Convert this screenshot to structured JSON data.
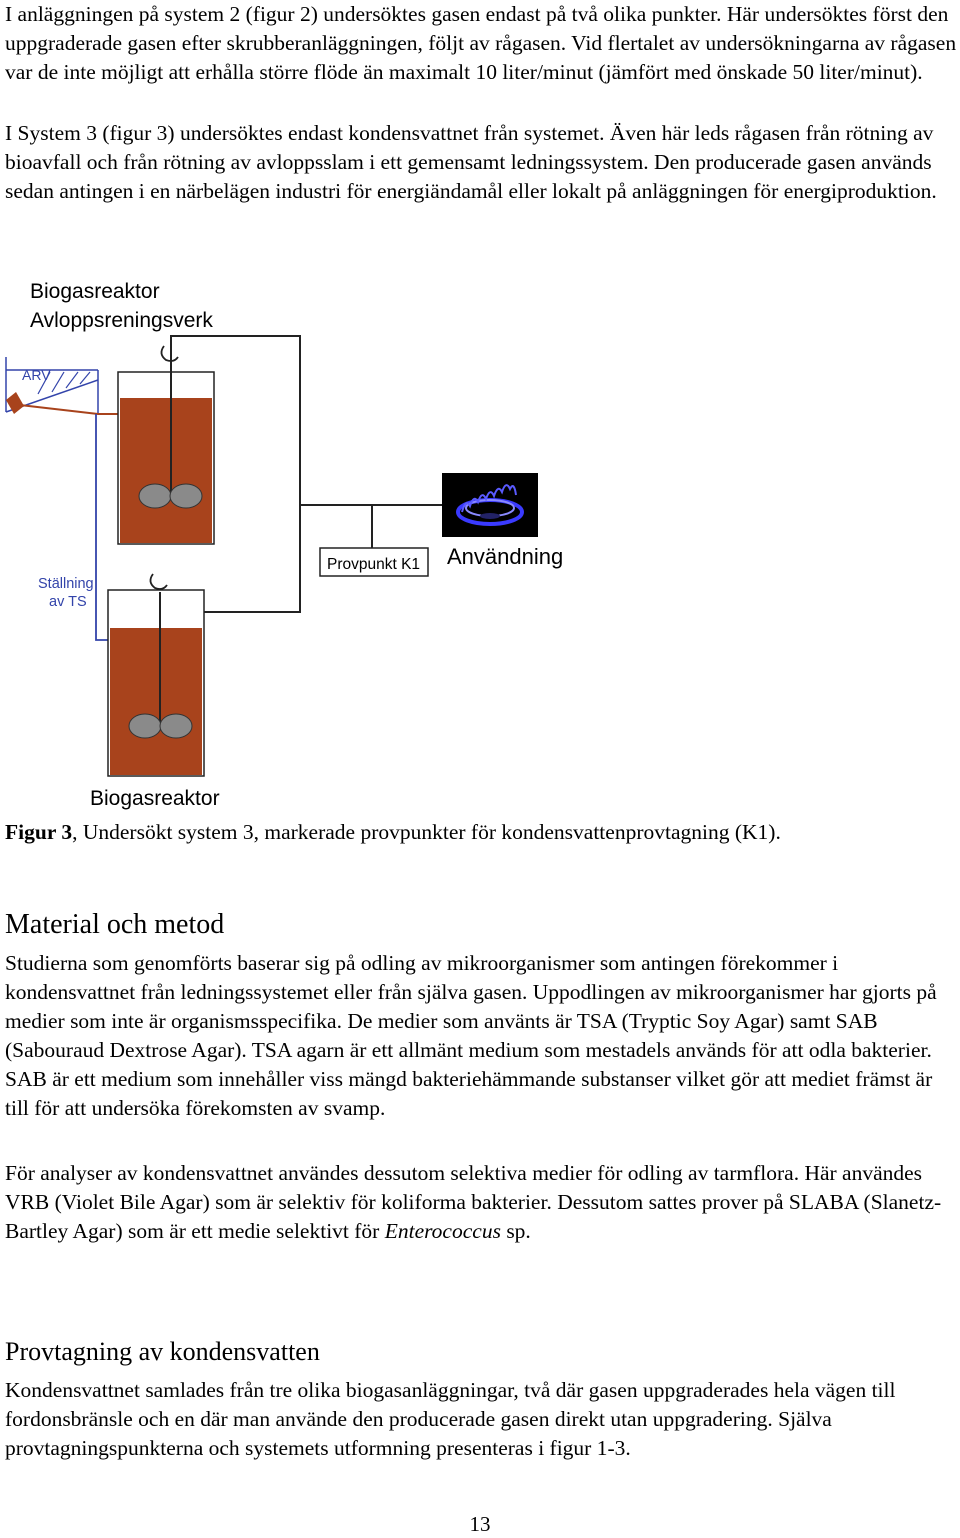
{
  "paragraphs": {
    "p1": "I anläggningen på system 2 (figur 2) undersöktes gasen endast på två olika punkter. Här undersöktes först den uppgraderade gasen efter skrubberanläggningen, följt av rågasen. Vid flertalet av undersökningarna av rågasen var de inte möjligt att erhålla större flöde än maximalt 10 liter/minut (jämfört med önskade 50 liter/minut).",
    "p2": "I System 3 (figur 3) undersöktes endast kondensvattnet från systemet. Även här leds rågasen från rötning av bioavfall och från rötning av avloppsslam i ett gemensamt ledningssystem. Den producerade gasen används sedan antingen i en närbelägen industri för energiändamål eller lokalt på anläggningen för energiproduktion."
  },
  "diagram": {
    "label_reactor_top_1": "Biogasreaktor",
    "label_reactor_top_2": "Avloppsreningsverk",
    "label_arv": "ARV",
    "label_stallning_1": "Ställning",
    "label_stallning_2": "av TS",
    "label_provpunkt": "Provpunkt K1",
    "label_anvandning": "Användning",
    "label_reactor_bottom": "Biogasreaktor",
    "colors": {
      "sludge": "#a8431c",
      "pipe": "#222222",
      "blue_line": "#3344aa",
      "mixer": "#8a8a8a"
    }
  },
  "caption": {
    "bold": "Figur 3",
    "text": ", Undersökt system 3, markerade provpunkter för kondensvattenprovtagning (K1)."
  },
  "section_material": {
    "title": "Material och metod",
    "p1": "Studierna som genomförts baserar sig på odling av mikroorganismer som antingen förekommer i kondensvattnet från ledningssystemet eller från själva gasen. Uppodlingen av mikroorganismer har gjorts på medier som inte är organismsspecifika. De medier som använts är TSA (Tryptic Soy Agar) samt SAB (Sabouraud Dextrose Agar). TSA agarn är ett allmänt medium som mestadels används för att odla bakterier. SAB är ett medium som innehåller viss mängd bakteriehämmande substanser vilket gör att mediet främst är till för att undersöka förekomsten av svamp.",
    "p2_main": "För analyser av kondensvattnet användes dessutom selektiva medier för odling av tarmflora. Här användes VRB (Violet Bile Agar) som är selektiv för koliforma bakterier. Dessutom sattes prover på SLABA (Slanetz-Bartley Agar) som är ett medie selektivt för ",
    "p2_italic": "Enterococcus",
    "p2_end": " sp."
  },
  "section_provtagning": {
    "title": "Provtagning av kondensvatten",
    "p1": "Kondensvattnet samlades från tre olika biogasanläggningar, två där gasen uppgraderades hela vägen till fordonsbränsle och en där man använde den producerade gasen direkt utan uppgradering. Själva provtagningspunkterna och systemets utformning presenteras i figur 1-3."
  },
  "page_number": "13"
}
